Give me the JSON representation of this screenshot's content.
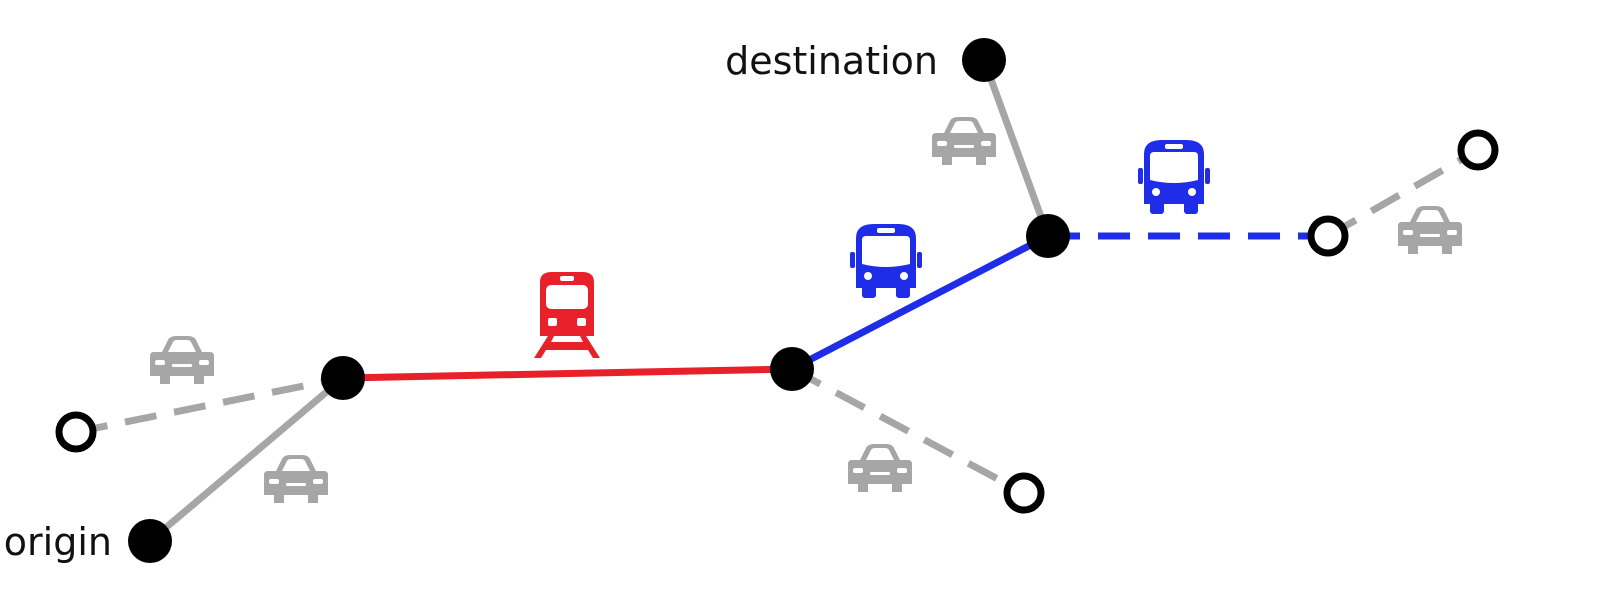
{
  "labels": {
    "origin": "origin",
    "destination": "destination"
  },
  "colors": {
    "node": "#000000",
    "car": "#a6a6a6",
    "train": "#e8202a",
    "bus": "#1f2ce8",
    "background": "#ffffff"
  },
  "legs": [
    {
      "from": "origin",
      "to": "station-a",
      "mode": "car",
      "style": "solid"
    },
    {
      "from": "open-a",
      "to": "station-a",
      "mode": "car",
      "style": "dashed"
    },
    {
      "from": "station-a",
      "to": "station-b",
      "mode": "train",
      "style": "solid"
    },
    {
      "from": "station-b",
      "to": "open-b",
      "mode": "car",
      "style": "dashed"
    },
    {
      "from": "station-b",
      "to": "stop-c",
      "mode": "bus",
      "style": "solid"
    },
    {
      "from": "stop-c",
      "to": "destination",
      "mode": "car",
      "style": "solid"
    },
    {
      "from": "stop-c",
      "to": "open-c",
      "mode": "bus",
      "style": "dashed"
    },
    {
      "from": "open-c",
      "to": "open-d",
      "mode": "car",
      "style": "dashed"
    }
  ],
  "icons": [
    "car-icon",
    "train-icon",
    "bus-icon"
  ]
}
